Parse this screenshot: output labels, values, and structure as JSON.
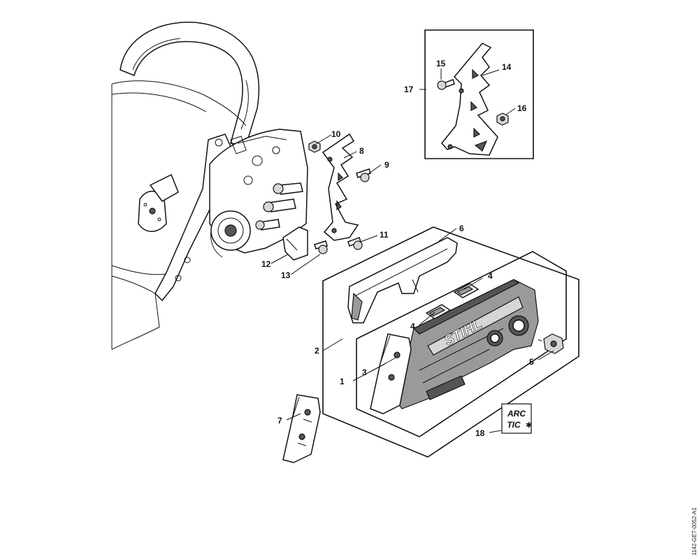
{
  "diagram": {
    "drawing_code": "1142-GET-0052-A1",
    "brand_logo": "STIHL",
    "arctic_label": {
      "line1": "ARC",
      "line2": "TIC"
    },
    "callouts": [
      "1",
      "2",
      "3",
      "4",
      "4",
      "5",
      "6",
      "7",
      "8",
      "9",
      "10",
      "11",
      "12",
      "13",
      "14",
      "15",
      "16",
      "17",
      "18"
    ]
  }
}
